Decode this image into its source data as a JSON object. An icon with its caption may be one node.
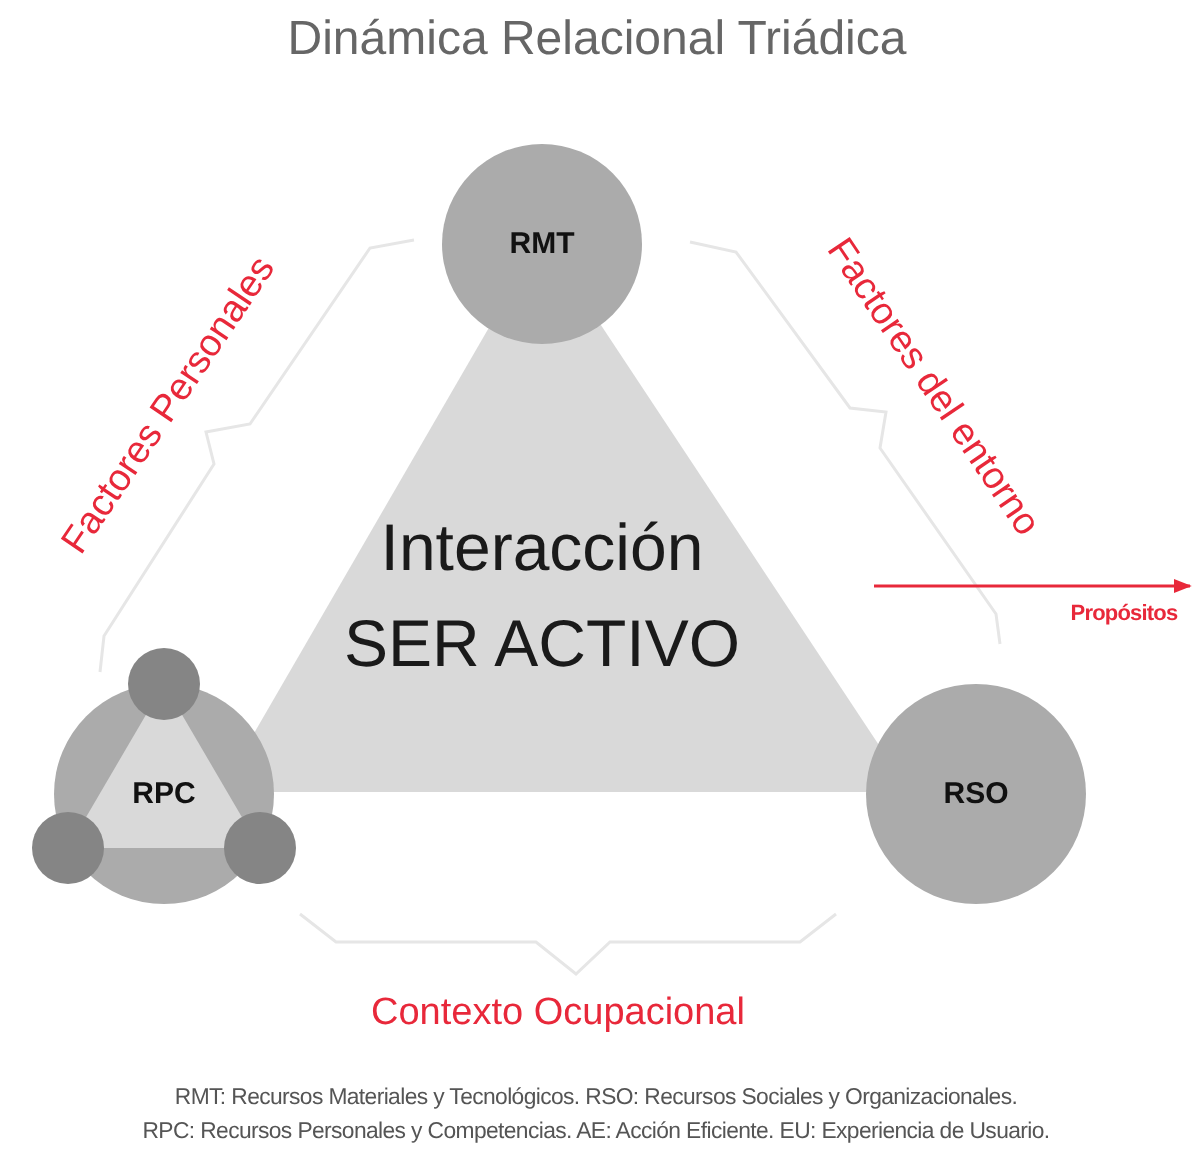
{
  "diagram": {
    "title": "Dinámica Relacional Triádica",
    "nodes": [
      {
        "text": [
          "RMT"
        ]
      },
      {
        "text": [
          "Interacción SER ACTIVO"
        ]
      },
      {
        "text": [
          "RPC"
        ]
      },
      {
        "text": [
          "RSO"
        ]
      }
    ],
    "edges": [],
    "labels": [
      "Factores Personales",
      "Factores del entorno",
      "Propósitos",
      "Contexto Ocupacional",
      "RMT: Recursos Materiales y Tecnológicos. RSO: Recursos Sociales y Organizacionales.",
      "RPC: Recursos Personales y Competencias. AE: Acción Eficiente. EU: Experiencia de Usuario."
    ]
  }
}
